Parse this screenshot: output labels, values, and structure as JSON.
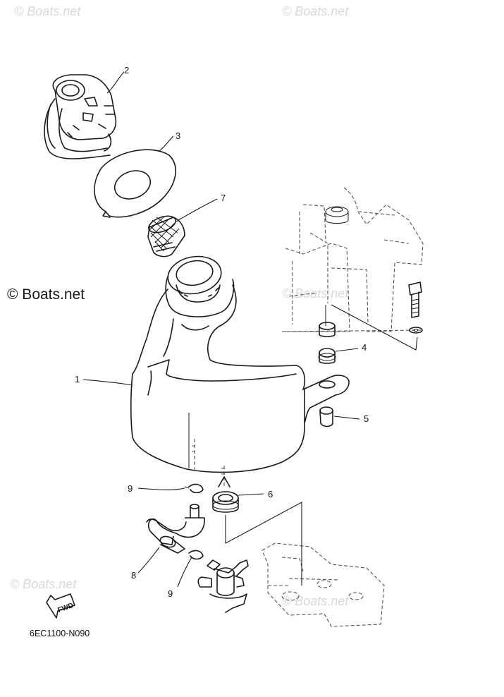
{
  "watermarks": {
    "top_left": "© Boats.net",
    "top_center": "© Boats.net",
    "left": "© Boats.net",
    "center_right": "© Boats.net",
    "bottom_left": "© Boats.net",
    "bottom_right": "© Boats.net"
  },
  "part_numbers": {
    "p1": "1",
    "p2": "2",
    "p3": "3",
    "p4": "4",
    "p5": "5",
    "p6": "6",
    "p7": "7",
    "p8": "8",
    "p9a": "9",
    "p9b": "9"
  },
  "fwd_label": "FWD",
  "diagram_code": "6EC1100-N090"
}
